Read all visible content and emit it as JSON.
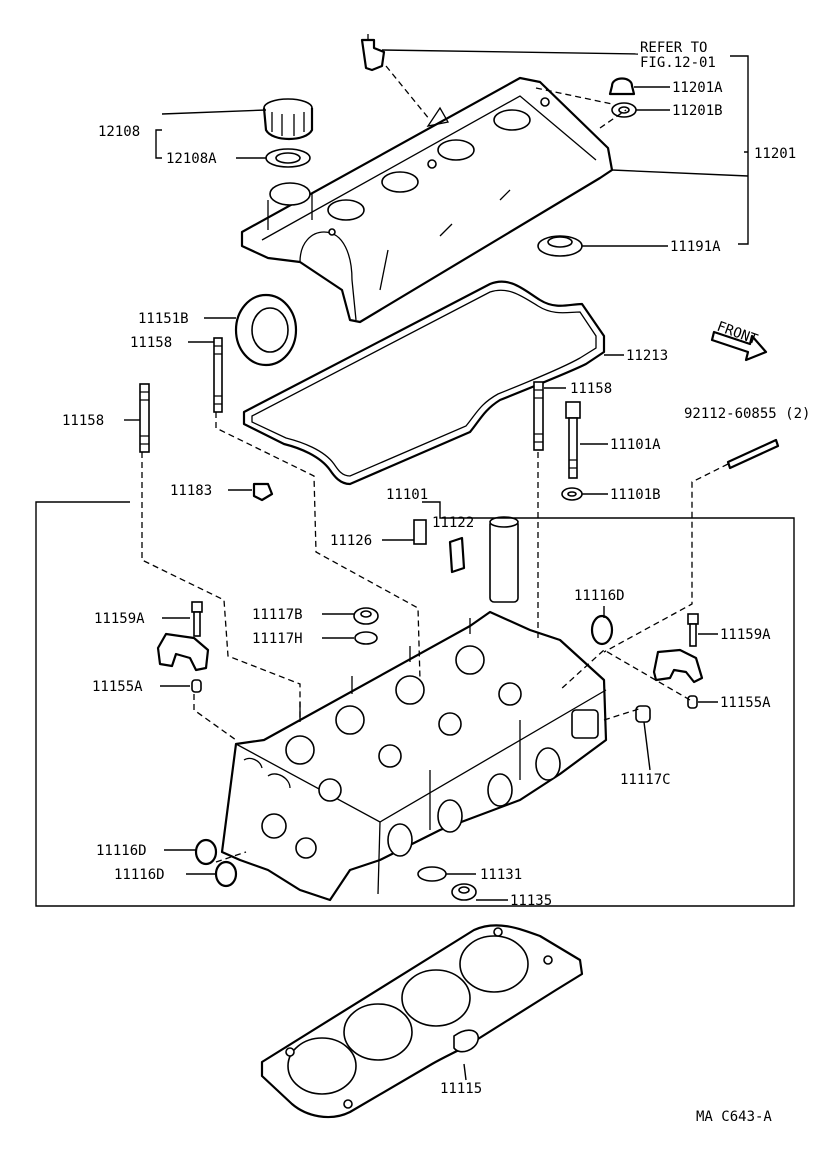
{
  "refer": {
    "line1": "REFER TO",
    "line2": "FIG.12-01"
  },
  "front_label": "FRONT",
  "figure_code": "MA C643-A",
  "labels": {
    "p11201A": "11201A",
    "p11201B": "11201B",
    "p11201": "11201",
    "p11191A": "11191A",
    "p12108": "12108",
    "p12108A": "12108A",
    "p11151B": "11151B",
    "p11158_top": "11158",
    "p11158_left": "11158",
    "p11158_right": "11158",
    "p11213": "11213",
    "p11101A": "11101A",
    "p11101B": "11101B",
    "p92112": "92112-60855 (2)",
    "p11183": "11183",
    "p11101": "11101",
    "p11126": "11126",
    "p11122": "11122",
    "p11116D_top": "11116D",
    "p11159A_left": "11159A",
    "p11159A_right": "11159A",
    "p11117B": "11117B",
    "p11117H": "11117H",
    "p11155A_left": "11155A",
    "p11155A_right": "11155A",
    "p11117C": "11117C",
    "p11116D_a": "11116D",
    "p11116D_b": "11116D",
    "p11131": "11131",
    "p11135": "11135",
    "p11115": "11115"
  }
}
